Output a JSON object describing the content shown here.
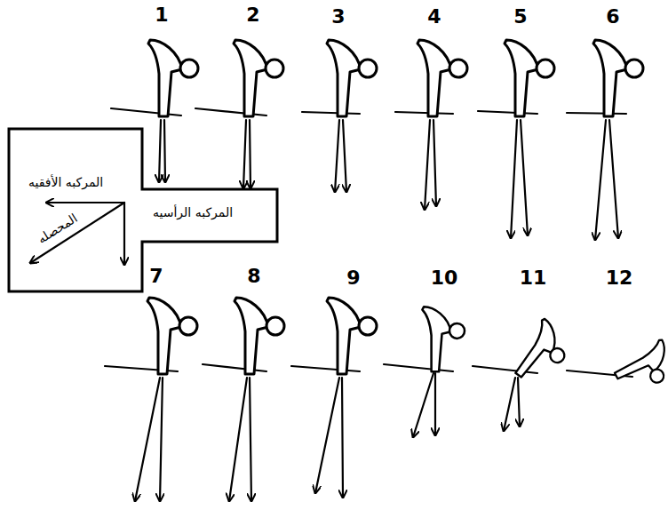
{
  "diagram": {
    "nodes": [
      {
        "text": [
          "المركبه الأفقيه",
          "المركبه الرأسيه",
          "المحصله"
        ]
      }
    ],
    "labels": [
      "1",
      "2",
      "3",
      "4",
      "5",
      "6",
      "7",
      "8",
      "9",
      "10",
      "11",
      "12"
    ]
  }
}
